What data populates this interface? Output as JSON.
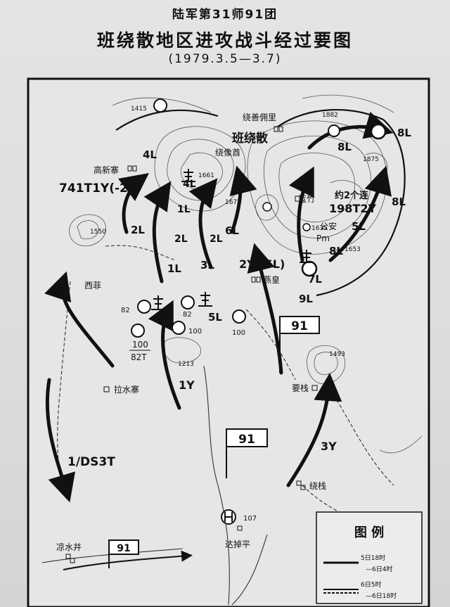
{
  "header": {
    "unit": "陆军第31师91团",
    "title": "班绕散地区进攻战斗经过要图",
    "date": "(1979.3.5—3.7)"
  },
  "places": {
    "gaoxinzhai": "高新寨",
    "xifei": "西菲",
    "lashuizhai": "拉水寨",
    "yaozhan": "要栈",
    "raozhan": "绕栈",
    "dazhaoping": "达掉平",
    "liangshuijing": "凉水井",
    "bansan": "班绕散",
    "raoshanweiqu": "绕善佣里",
    "raoxiangyin": "绕像酋",
    "lanzhu": "蓝竹",
    "gongan": "公安",
    "yanhuang": "燕皇"
  },
  "elevations": {
    "e1415": "1415",
    "e1661": "1661",
    "e1672": "1672",
    "e1550": "1550",
    "e1213": "1213",
    "e1493": "1493",
    "e1635": "1635",
    "e1653": "1653",
    "e1882": "1882",
    "e1875": "1875",
    "e107": "107",
    "e82a": "82",
    "e82b": "82",
    "e100a": "100",
    "e100b": "100"
  },
  "units": {
    "u741": "741T1Y(-2L)",
    "u198": "198T2Y",
    "uyue2": "约2个连",
    "u2y": "2Y(-5L)",
    "u1y": "1Y",
    "u3y": "3Y",
    "uds3t": "1/DS3T",
    "u4l": "4L",
    "u2l": "2L",
    "u1l": "1L",
    "u3l": "3L",
    "u6l": "6L",
    "u5l": "5L",
    "u9l": "9L",
    "u7l": "7L",
    "u8l_a": "8L",
    "u8l_b": "8L",
    "u8l_c": "8L",
    "u8l_d": "8L",
    "u5l_b": "5L",
    "u1l_b": "1L",
    "u2l_b": "2L",
    "u4l_b": "4L",
    "u2l_c": "2L",
    "frac_num": "100",
    "frac_den": "82T",
    "pm": "Pm"
  },
  "flags": {
    "flag_center": "91",
    "flag_bottom": "91",
    "flag_left": "91"
  },
  "legend": {
    "title": "图    例",
    "row1_top": "5日18时",
    "row1_bottom": "—6日4时",
    "row2_top": "6日5时",
    "row2_bottom": "—6日18时"
  },
  "colors": {
    "ink": "#111111",
    "paper": "#e2e2e2",
    "background": "#d9d9d9"
  }
}
